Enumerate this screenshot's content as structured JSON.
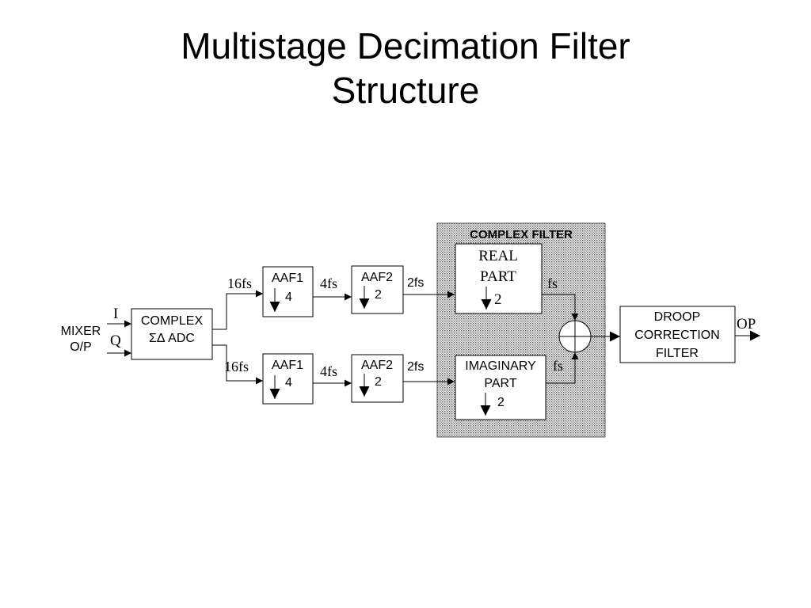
{
  "title": {
    "line1": "Multistage Decimation Filter",
    "line2": "Structure"
  },
  "diagram": {
    "input_label": {
      "line1": "MIXER",
      "line2": "O/P"
    },
    "i_label": "I",
    "q_label": "Q",
    "adc": {
      "line1": "COMPLEX",
      "line2": "ΣΔ ADC"
    },
    "rate_16fs": "16fs",
    "aaf1": {
      "name": "AAF1",
      "factor": "4"
    },
    "rate_4fs": "4fs",
    "aaf2": {
      "name": "AAF2",
      "factor": "2"
    },
    "rate_2fs": "2fs",
    "complex_filter_label": "COMPLEX FILTER",
    "real_part": {
      "line1": "REAL",
      "line2": "PART",
      "factor": "2"
    },
    "imag_part": {
      "line1": "IMAGINARY",
      "line2": "PART",
      "factor": "2"
    },
    "rate_fs": "fs",
    "droop": {
      "line1": "DROOP",
      "line2": "CORRECTION",
      "line3": "FILTER"
    },
    "output_label": "OP"
  }
}
